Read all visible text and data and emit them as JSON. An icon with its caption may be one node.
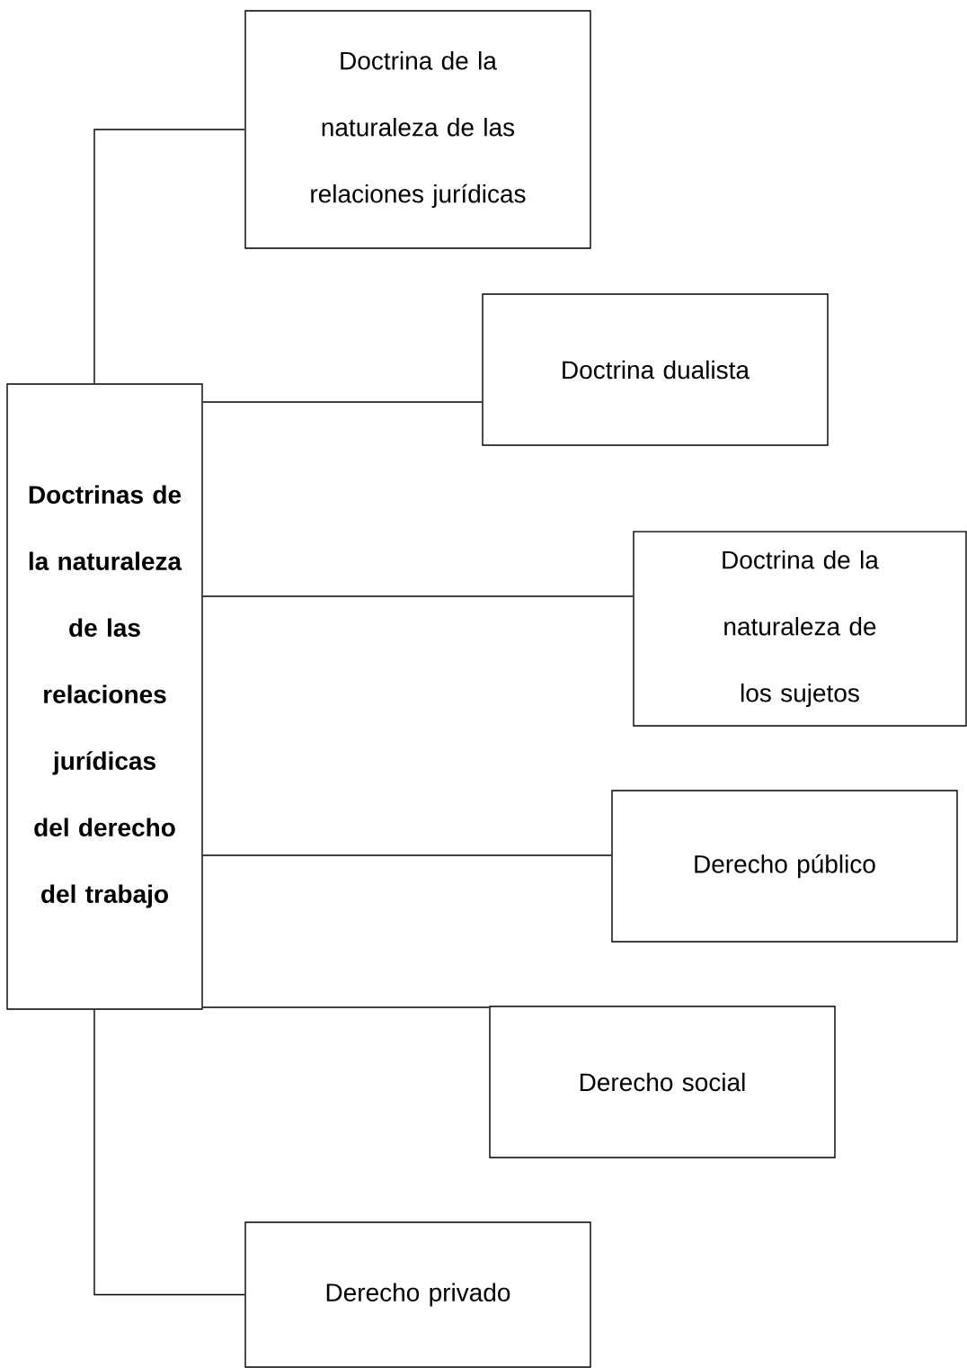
{
  "diagram": {
    "nodes": [
      {
        "text": [
          "**Doctrinas de la naturaleza de las relaciones jurídicas del derecho del trabajo**"
        ]
      },
      {
        "text": [
          "Doctrina de la naturaleza de las relaciones jurídicas"
        ]
      },
      {
        "text": [
          "Doctrina dualista"
        ]
      },
      {
        "text": [
          "Doctrina de la naturaleza de los sujetos"
        ]
      },
      {
        "text": [
          "Derecho público"
        ]
      },
      {
        "text": [
          "Derecho social"
        ]
      },
      {
        "text": [
          "Derecho privado"
        ]
      }
    ],
    "edges": [
      {
        "from": 0,
        "to": 1,
        "arrow": "none"
      },
      {
        "from": 0,
        "to": 2,
        "arrow": "none"
      },
      {
        "from": 0,
        "to": 3,
        "arrow": "none"
      },
      {
        "from": 0,
        "to": 4,
        "arrow": "none"
      },
      {
        "from": 0,
        "to": 5,
        "arrow": "none"
      },
      {
        "from": 0,
        "to": 6,
        "arrow": "none"
      }
    ]
  }
}
